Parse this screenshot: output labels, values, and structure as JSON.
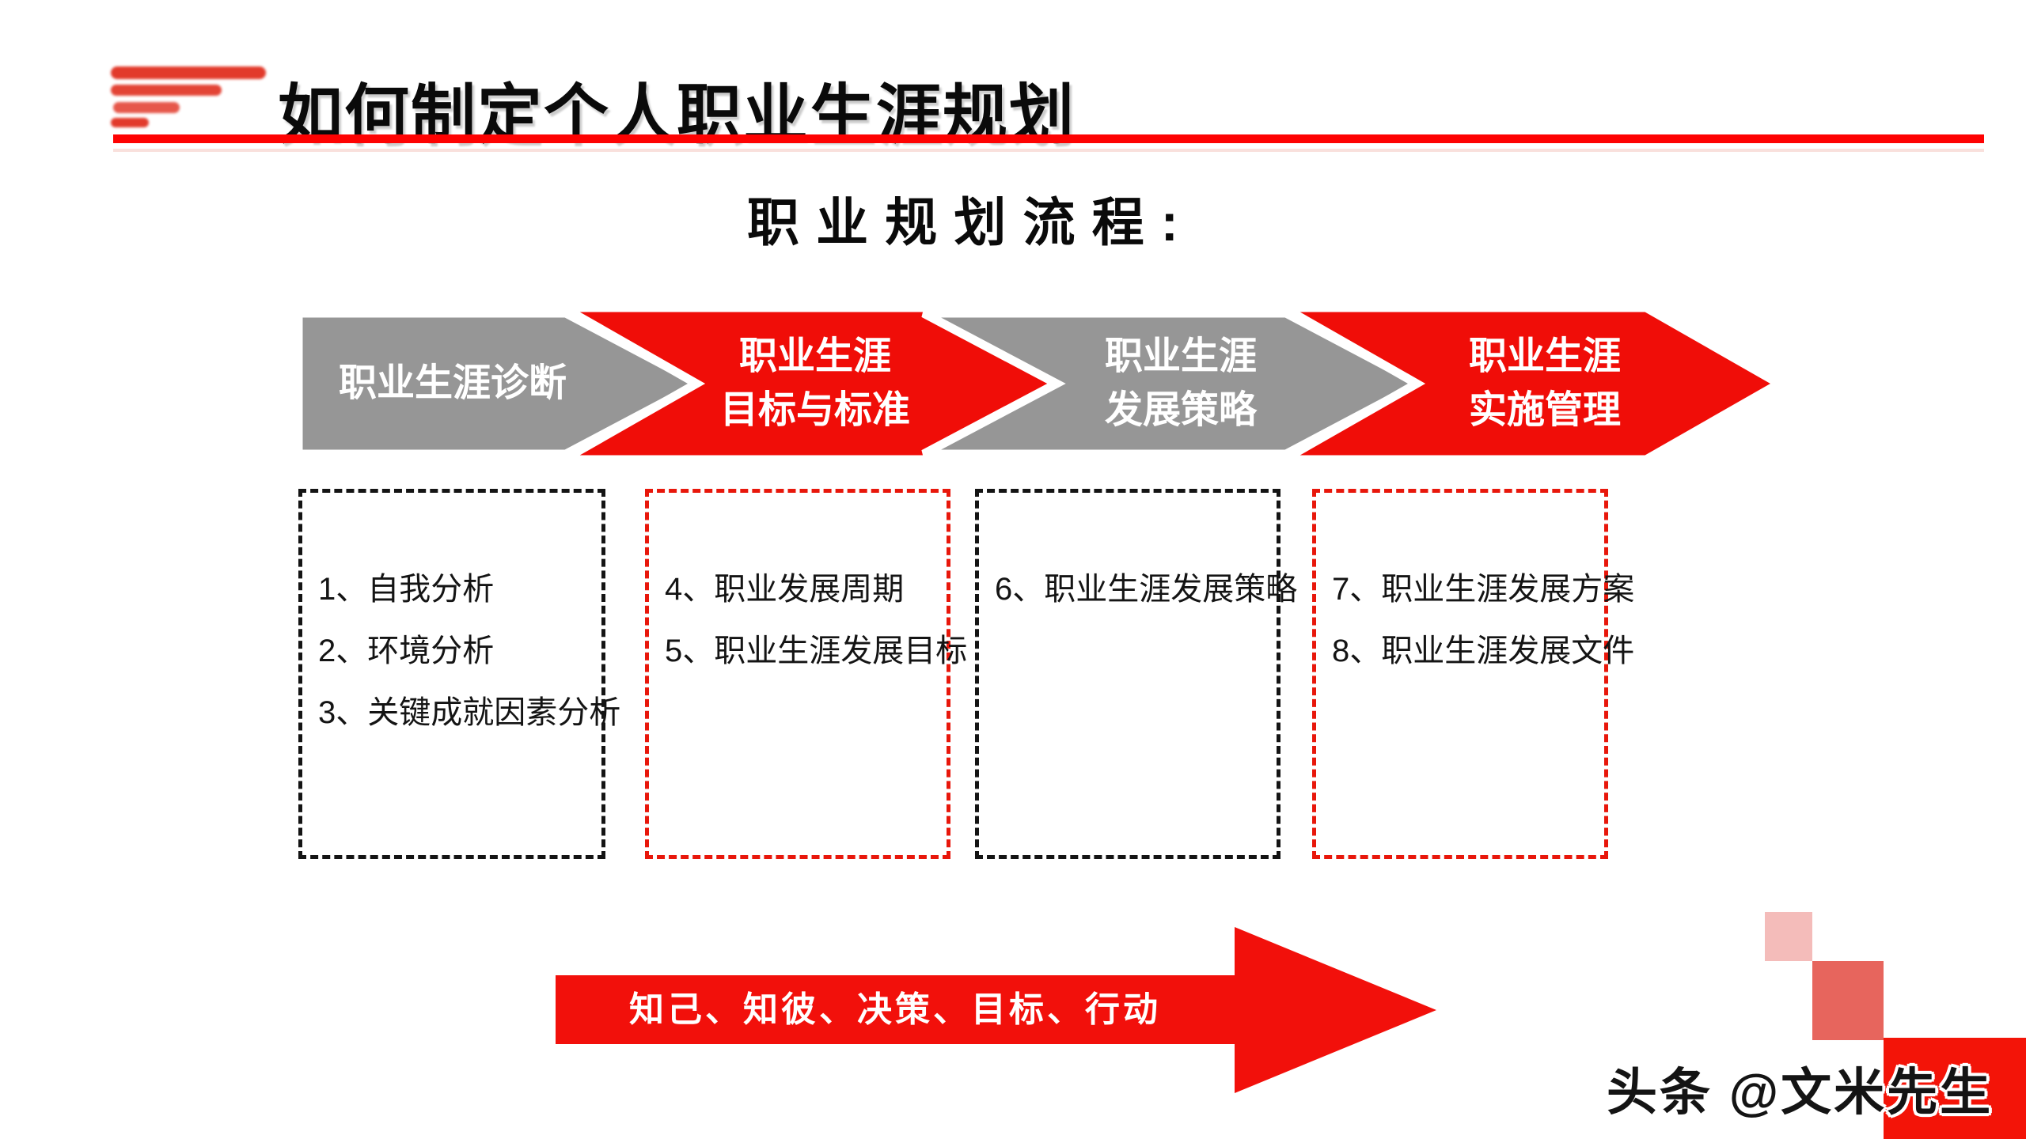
{
  "header": {
    "title": "如何制定个人职业生涯规划"
  },
  "subtitle": "职业规划流程:",
  "flow_steps": [
    {
      "lines": [
        "职业生涯诊断"
      ],
      "color": "gray"
    },
    {
      "lines": [
        "职业生涯",
        "目标与标准"
      ],
      "color": "red"
    },
    {
      "lines": [
        "职业生涯",
        "发展策略"
      ],
      "color": "gray"
    },
    {
      "lines": [
        "职业生涯",
        "实施管理"
      ],
      "color": "red"
    }
  ],
  "detail_boxes": [
    {
      "border": "black",
      "items": [
        "1、自我分析",
        "2、环境分析",
        "3、关键成就因素分析"
      ]
    },
    {
      "border": "red",
      "items": [
        "4、职业发展周期",
        "5、职业生涯发展目标"
      ]
    },
    {
      "border": "black",
      "items": [
        "6、职业生涯发展策略"
      ]
    },
    {
      "border": "red",
      "items": [
        "7、职业生涯发展方案",
        "8、职业生涯发展文件"
      ]
    }
  ],
  "summary_arrow": {
    "text": "知己、知彼、决策、目标、行动"
  },
  "watermark": {
    "text": "头条 @文米先生"
  },
  "colors": {
    "red_primary": "#f2100b",
    "chevron_red": "#f00d08",
    "chevron_gray": "#969696",
    "rule_red": "#fe0202",
    "box_border_black": "#141414",
    "box_border_red": "#e8170b",
    "square_light": "#f4bcba",
    "square_medium": "#e7655d",
    "square_bright": "#f31408"
  }
}
